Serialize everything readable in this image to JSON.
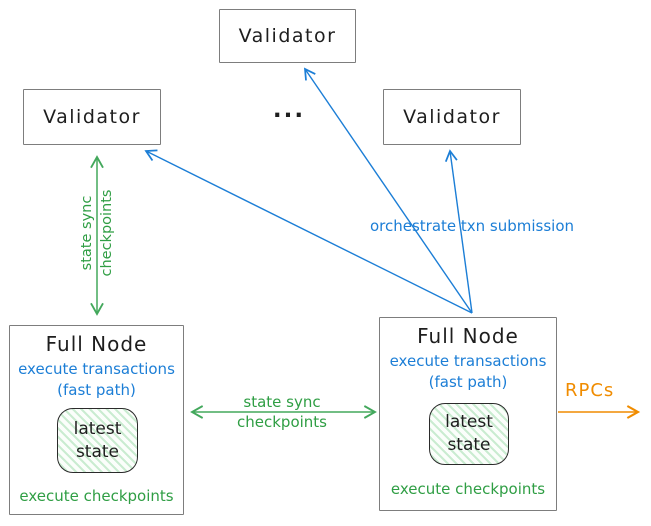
{
  "colors": {
    "blue": "#1c7ed6",
    "green": "#2f9e44",
    "green_arrow": "#43a85c",
    "orange": "#f08c00",
    "ink": "#1e1e1e",
    "box_border": "#7d7d7d"
  },
  "validators": {
    "top": {
      "label": "Validator"
    },
    "left": {
      "label": "Validator"
    },
    "right": {
      "label": "Validator"
    },
    "ellipsis": "..."
  },
  "full_node_left": {
    "title": "Full Node",
    "exec_transactions": "execute transactions",
    "fast_path": "(fast path)",
    "state_line1": "latest",
    "state_line2": "state",
    "exec_checkpoints": "execute checkpoints"
  },
  "full_node_right": {
    "title": "Full Node",
    "exec_transactions": "execute transactions",
    "fast_path": "(fast path)",
    "state_line1": "latest",
    "state_line2": "state",
    "exec_checkpoints": "execute checkpoints"
  },
  "edge_labels": {
    "left_sync_line1": "state sync",
    "left_sync_line2": "checkpoints",
    "mid_sync_line1": "state sync",
    "mid_sync_line2": "checkpoints",
    "orchestrate": "orchestrate txn submission",
    "rpcs": "RPCs"
  }
}
